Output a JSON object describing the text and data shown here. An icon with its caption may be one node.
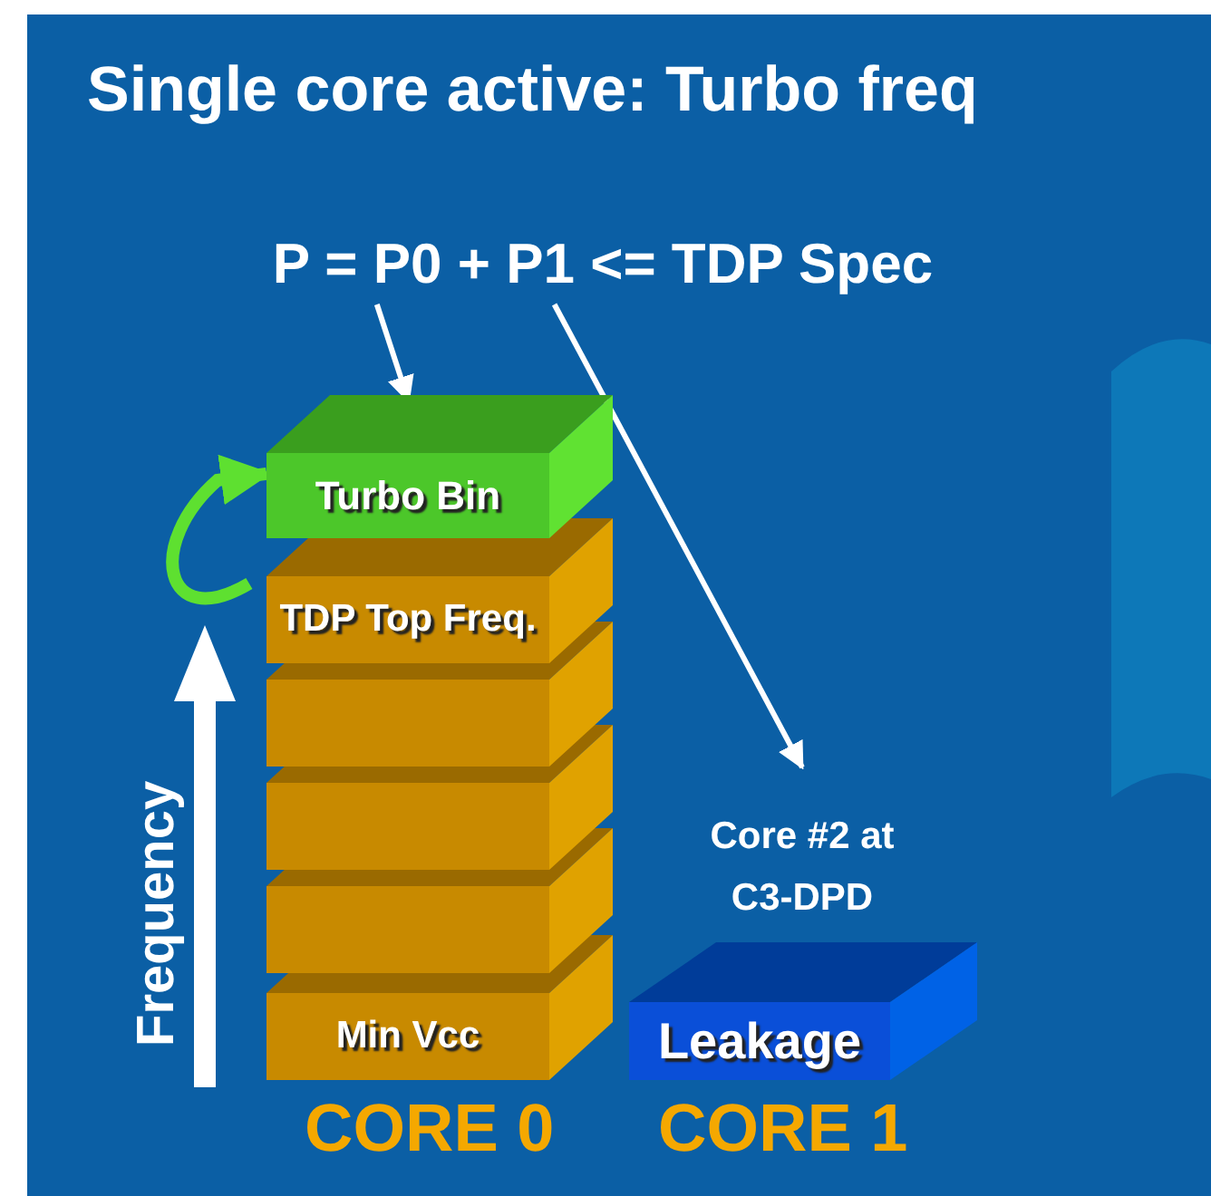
{
  "diagram": {
    "title": "Single core active: Turbo freq",
    "nodes": [
      {
        "text": [
          "P = P0 + P1 <= TDP Spec"
        ]
      },
      {
        "text": [
          "Turbo Bin"
        ]
      },
      {
        "text": [
          "TDP Top Freq."
        ]
      },
      {
        "text": [],
        "shape": "box"
      },
      {
        "text": [],
        "shape": "box"
      },
      {
        "text": [],
        "shape": "box"
      },
      {
        "text": [
          "Min Vcc"
        ]
      },
      {
        "text": [
          "Core #2 at C3-DPD"
        ]
      },
      {
        "text": [
          "Leakage"
        ]
      }
    ],
    "edges": [
      {
        "from": 0,
        "to": 1,
        "arrow": "to"
      },
      {
        "from": 0,
        "to": 7,
        "arrow": "to"
      },
      {
        "from": 2,
        "to": 1,
        "arrow": "to",
        "style": "thick",
        "color": "#5ee030"
      }
    ],
    "labels": [
      "Frequency",
      "CORE 0",
      "CORE 1"
    ]
  }
}
